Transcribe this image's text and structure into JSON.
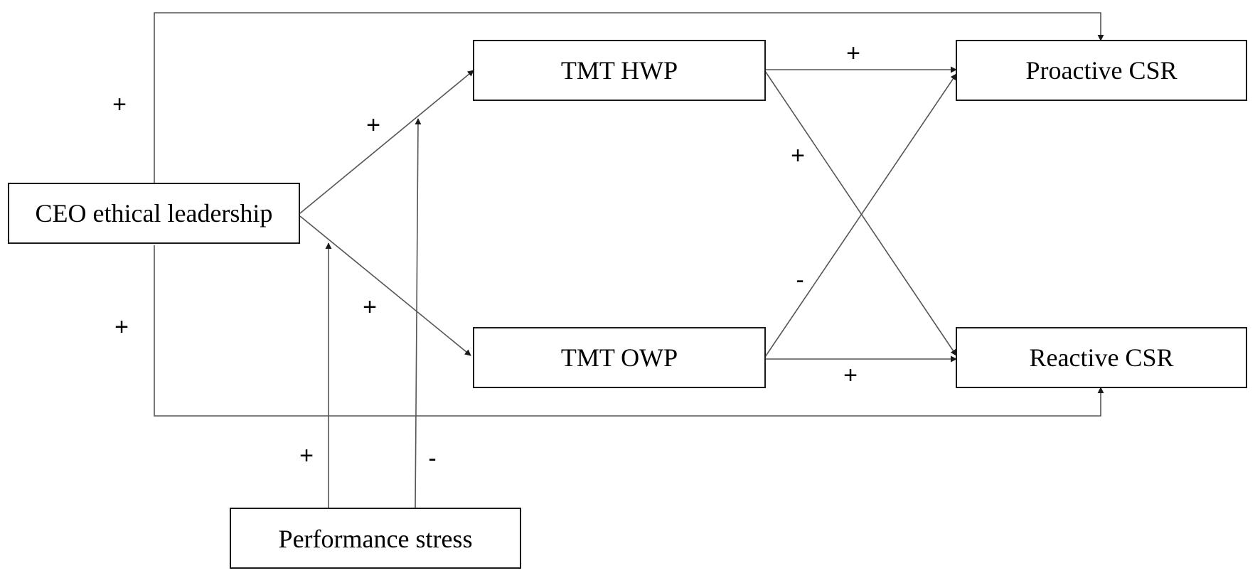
{
  "nodes": {
    "ceo": "CEO ethical leadership",
    "hwp": "TMT HWP",
    "owp": "TMT OWP",
    "proactive": "Proactive CSR",
    "reactive": "Reactive CSR",
    "stress": "Performance stress"
  },
  "edges": {
    "ceo_to_proactive": "+",
    "ceo_to_reactive": "+",
    "ceo_to_hwp": "+",
    "ceo_to_owp": "+",
    "hwp_to_proactive": "+",
    "hwp_to_reactive": "+",
    "owp_to_proactive": "-",
    "owp_to_reactive": "+",
    "stress_mod_owp": "+",
    "stress_mod_hwp": "-"
  },
  "colors": {
    "line": "#555555",
    "box_border": "#1a1a1a",
    "text": "#000000",
    "background": "#ffffff"
  }
}
